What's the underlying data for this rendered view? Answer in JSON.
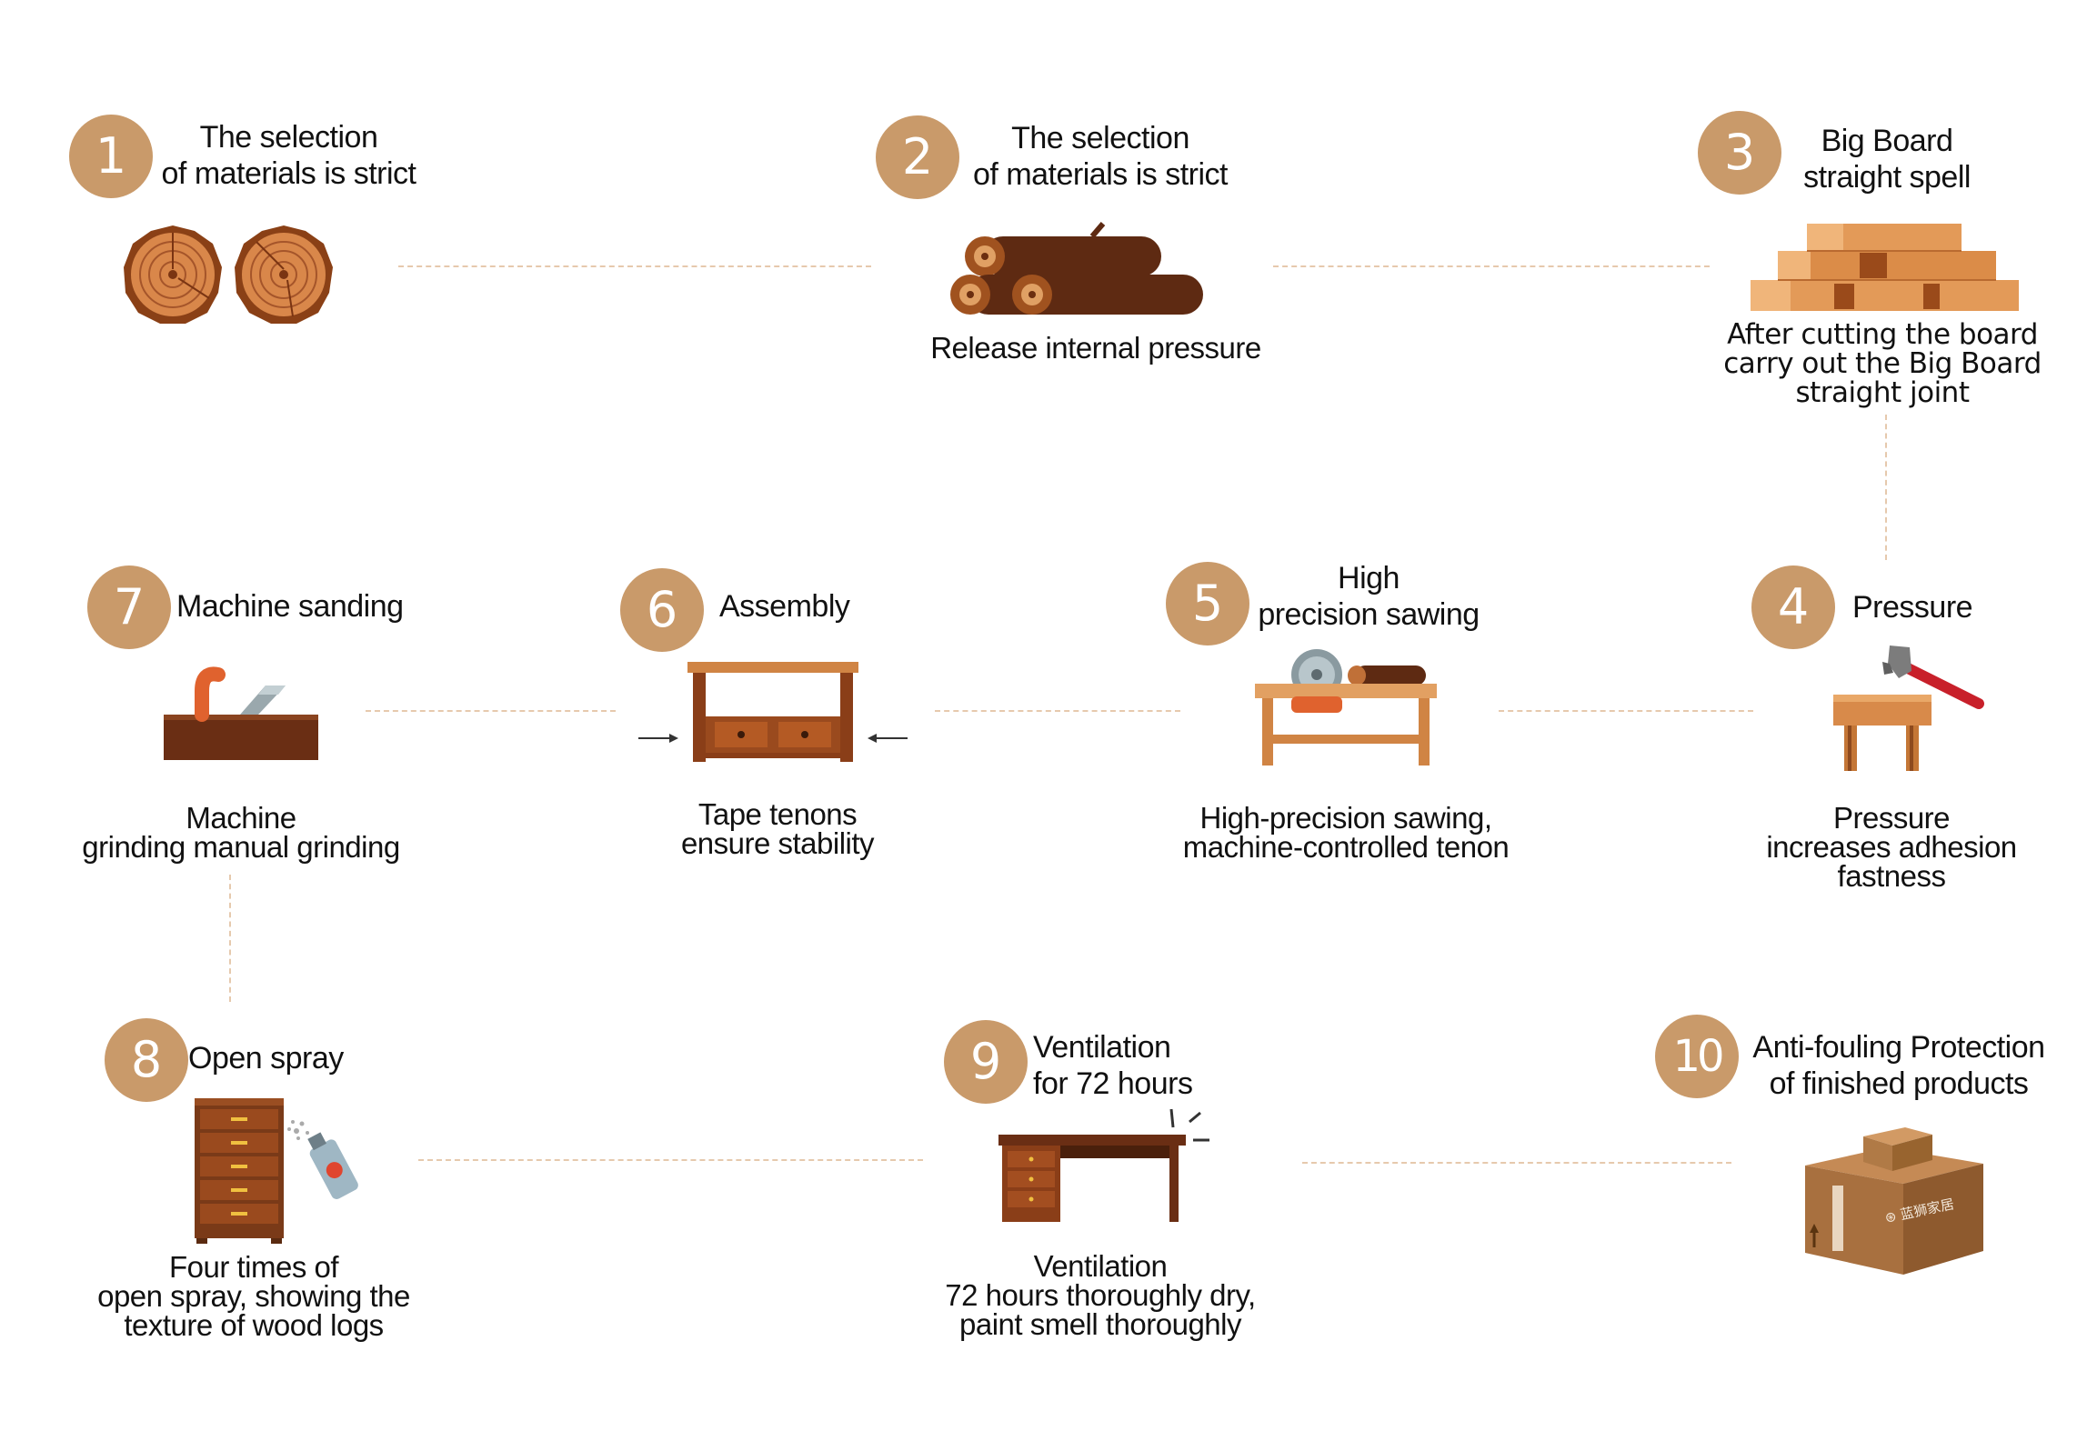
{
  "steps": [
    {
      "number": "1",
      "title_lines": [
        "The selection",
        "of materials is strict"
      ],
      "desc_lines": []
    },
    {
      "number": "2",
      "title_lines": [
        "The selection",
        "of materials is strict"
      ],
      "desc_lines": [
        "Release internal pressure"
      ]
    },
    {
      "number": "3",
      "title_lines": [
        "Big Board",
        "straight spell"
      ],
      "desc_lines": [
        "After cutting the board",
        "carry out the Big Board",
        "straight joint"
      ]
    },
    {
      "number": "4",
      "title_lines": [
        "Pressure"
      ],
      "desc_lines": [
        "Pressure",
        "increases adhesion",
        "fastness"
      ]
    },
    {
      "number": "5",
      "title_lines": [
        "High",
        "precision sawing"
      ],
      "desc_lines": [
        "High-precision sawing,",
        "machine-controlled tenon"
      ]
    },
    {
      "number": "6",
      "title_lines": [
        "Assembly"
      ],
      "desc_lines": [
        "Tape tenons",
        "ensure stability"
      ]
    },
    {
      "number": "7",
      "title_lines": [
        "Machine sanding"
      ],
      "desc_lines": [
        "Machine",
        "grinding manual grinding"
      ]
    },
    {
      "number": "8",
      "title_lines": [
        "Open spray"
      ],
      "desc_lines": [
        "Four times of",
        "open spray, showing the",
        "texture of wood logs"
      ]
    },
    {
      "number": "9",
      "title_lines": [
        "Ventilation",
        "for 72 hours"
      ],
      "desc_lines": [
        "Ventilation",
        "72 hours thoroughly dry,",
        "paint smell thoroughly"
      ]
    },
    {
      "number": "10",
      "title_lines": [
        "Anti-fouling Protection",
        "of finished products"
      ],
      "desc_lines": []
    }
  ],
  "box_label": "⊛ 蓝狮家居",
  "icons": [
    "log-slices-icon",
    "log-pile-icon",
    "stacked-boards-icon",
    "hammer-bench-icon",
    "circular-saw-bench-icon",
    "cabinet-assembly-icon",
    "planer-icon",
    "drawer-chest-spray-icon",
    "desk-icon",
    "shipping-box-icon"
  ],
  "colors": {
    "badge": "#c99a6a",
    "connector": "#e6c9ad",
    "wood_dark": "#5b2a12",
    "wood_mid": "#7a3b17",
    "wood_light": "#d8914a"
  }
}
